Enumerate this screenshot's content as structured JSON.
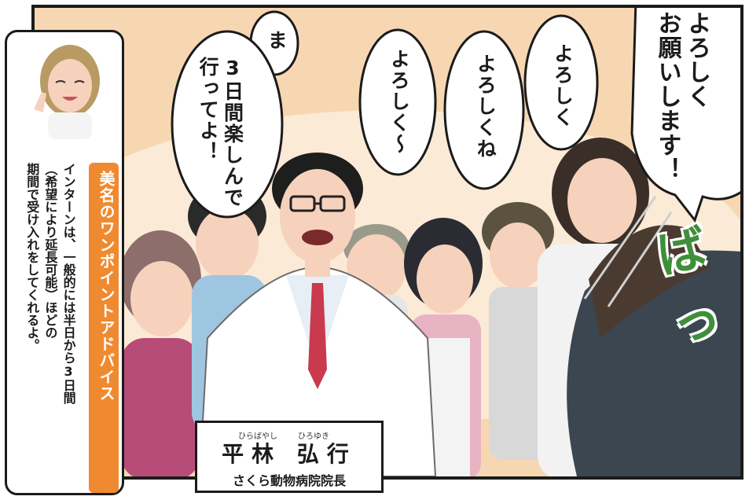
{
  "speech_bubbles": {
    "ma": "ま",
    "tanoshinde": "3日間楽しんで\n行ってよ！",
    "yoroshiku_long": "よろしく～",
    "yoroshikune": "よろしくね",
    "yoroshiku": "よろしく",
    "onegaishimasu": "よろしく\nお願いします！"
  },
  "sound_effect": "ばっ",
  "tip_box": {
    "title": "美名のワンポイントアドバイス",
    "body": "インターンは、一般的には半日から3日間\n（希望により延長可能）ほどの\n期間で受け入れをしてくれるよ。"
  },
  "nameplate": {
    "furigana_family": "ひらばやし",
    "furigana_given": "ひろゆき",
    "name": "平林 弘行",
    "title": "さくら動物病院院長"
  },
  "colors": {
    "tip_accent": "#f08a30",
    "sfx_green": "#3f8f3a",
    "panel_background": "#f7d7b2"
  }
}
